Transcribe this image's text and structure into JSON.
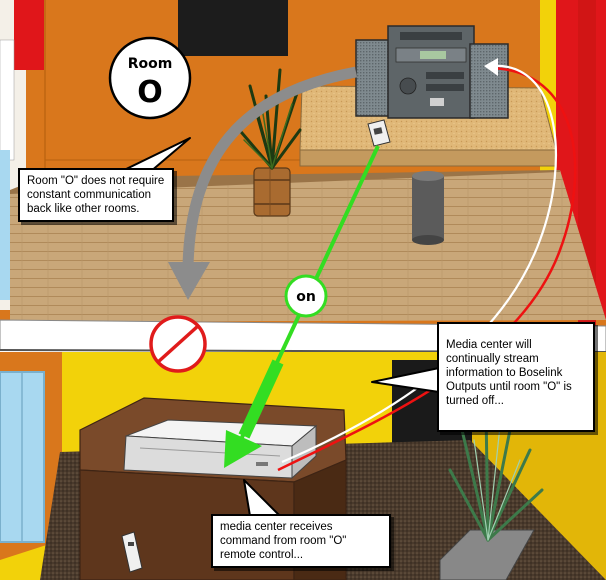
{
  "room_badge": {
    "label": "Room",
    "letter": "O"
  },
  "on_label": "on",
  "callouts": {
    "room_o": "Room \"O\" does not require constant communication back like other rooms.",
    "stream": "Media center will continually stream information to Boselink Outputs until room \"O\" is turned off...",
    "media_center": "media center receives command from room \"O\" remote control..."
  },
  "colors": {
    "floor": "#c9a779",
    "wall_orange": "#d9771c",
    "wall_yellow": "#f2d20a",
    "wall_red": "#e0161a",
    "on_arrow": "#33dd22",
    "gray_arrow": "#8c8c8c",
    "stream_red": "#ee1111",
    "no_sign": "#e01b1b"
  },
  "icons": [
    "stereo-system-icon",
    "remote-control-icon",
    "plant-icon",
    "no-entry-icon",
    "media-center-icon"
  ]
}
